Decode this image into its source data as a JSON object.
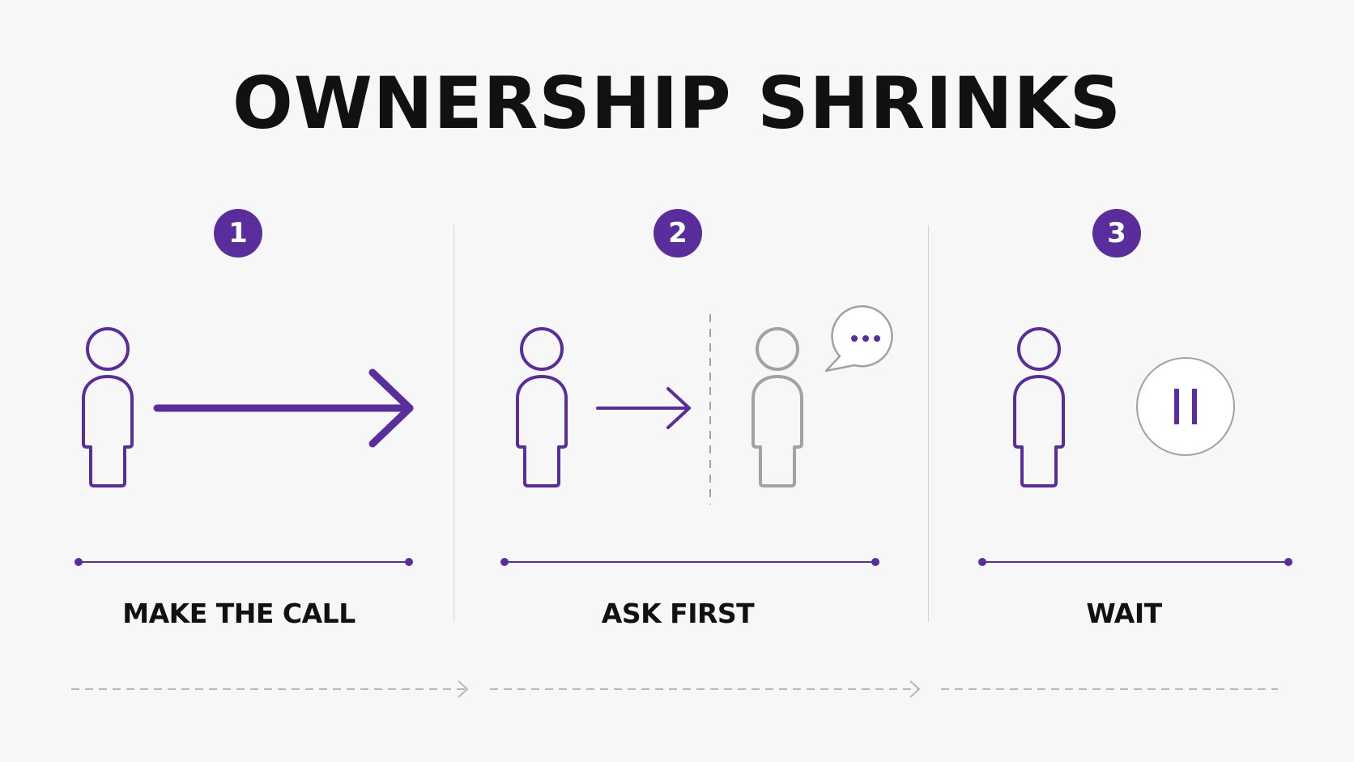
{
  "title": "OWNERSHIP SHRINKS",
  "colors": {
    "accent": "#5a2d9c",
    "muted": "#a1a1a6",
    "text": "#111111",
    "divider": "#d4d4d8",
    "flow": "#b8b8bc"
  },
  "steps": [
    {
      "number": "1",
      "label": "MAKE THE CALL",
      "icons": [
        "person-icon",
        "long-arrow-icon"
      ]
    },
    {
      "number": "2",
      "label": "ASK FIRST",
      "icons": [
        "person-icon",
        "short-arrow-icon",
        "dashed-barrier",
        "muted-person-icon",
        "speech-bubble-icon"
      ]
    },
    {
      "number": "3",
      "label": "WAIT",
      "icons": [
        "person-icon",
        "pause-icon"
      ]
    }
  ]
}
